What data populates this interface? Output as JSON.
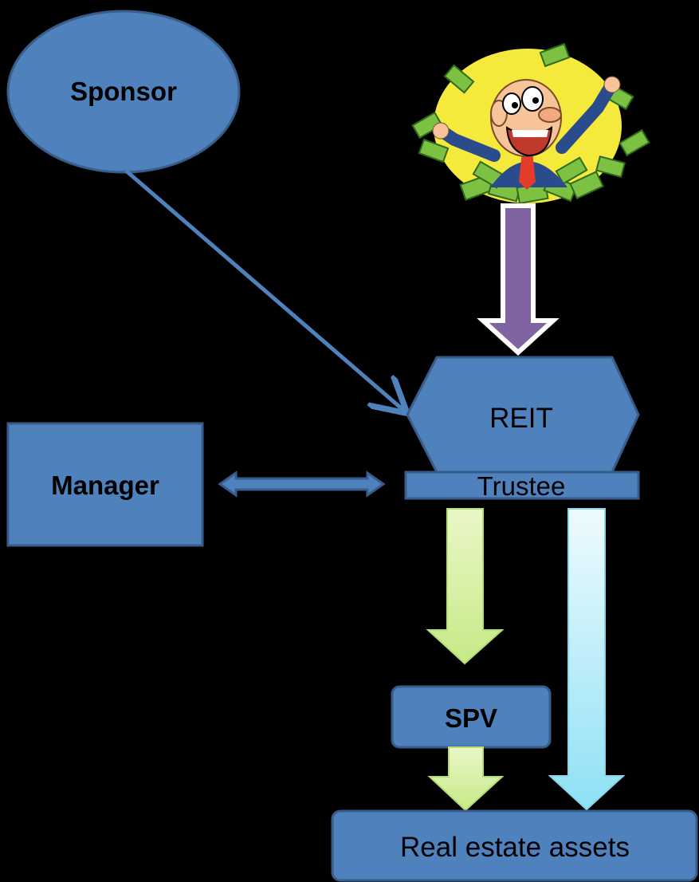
{
  "nodes": {
    "investor": "Investor",
    "sponsor": "Sponsor",
    "manager": "Manager",
    "reit": "REIT",
    "trustee": "Trustee",
    "spv": "SPV",
    "assets": "Real estate assets"
  },
  "icons": {
    "investor_illustration": "happy-investor-with-money-icon"
  },
  "colors": {
    "background": "#000000",
    "node_fill": "#4f81bd",
    "node_stroke": "#385d8a",
    "investor_arrow": "#8064a2",
    "green_arrow": "#d7f0a0",
    "cyan_arrow": "#aee8f5",
    "spot_yellow": "#f5ea3c"
  }
}
